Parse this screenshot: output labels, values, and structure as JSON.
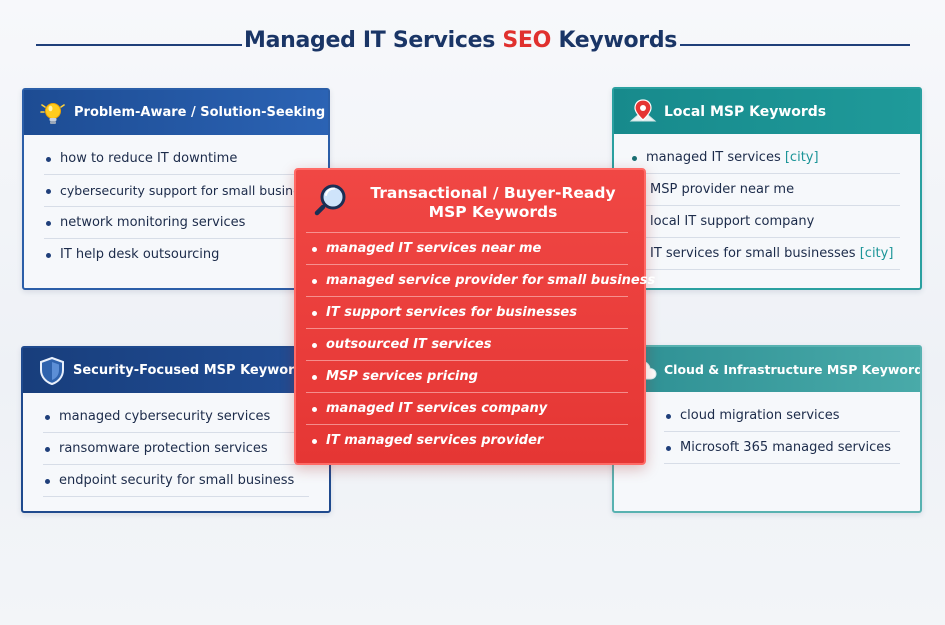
{
  "title": {
    "part1": "Managed IT Services",
    "accent": "SEO",
    "part2": "Keywords"
  },
  "problem": {
    "heading": "Problem-Aware / Solution-Seeking Keywords",
    "items": [
      "how to reduce IT downtime",
      "cybersecurity support for small business",
      "network monitoring services",
      "IT help desk outsourcing"
    ]
  },
  "security": {
    "heading": "Security-Focused MSP Keywords",
    "items": [
      "managed cybersecurity services",
      "ransomware protection services",
      "endpoint security for small business"
    ]
  },
  "transactional": {
    "heading": "Transactional / Buyer-Ready MSP Keywords",
    "items": [
      "managed IT services near me",
      "managed service provider for small business",
      "IT support services for businesses",
      "outsourced IT services",
      "MSP services pricing",
      "managed IT services company",
      "IT managed services provider"
    ]
  },
  "local": {
    "heading": "Local MSP Keywords",
    "items": [
      {
        "text": "managed IT services ",
        "city": "[city]"
      },
      {
        "text": "MSP provider near me",
        "city": ""
      },
      {
        "text": "local IT support company",
        "city": ""
      },
      {
        "text": "IT services for small businesses ",
        "city": "[city]"
      }
    ]
  },
  "cloud": {
    "heading": "Cloud & Infrastructure MSP Keywords",
    "items": [
      "cloud migration services",
      "Microsoft 365 managed services"
    ]
  },
  "icons": {
    "problem": "lightbulb-icon",
    "security": "shield-icon",
    "transactional": "magnifier-icon",
    "local": "map-pin-icon",
    "cloud": "cloud-icon"
  },
  "colors": {
    "accent_red": "#e53634",
    "navy": "#1a3566",
    "teal": "#178a8c"
  }
}
